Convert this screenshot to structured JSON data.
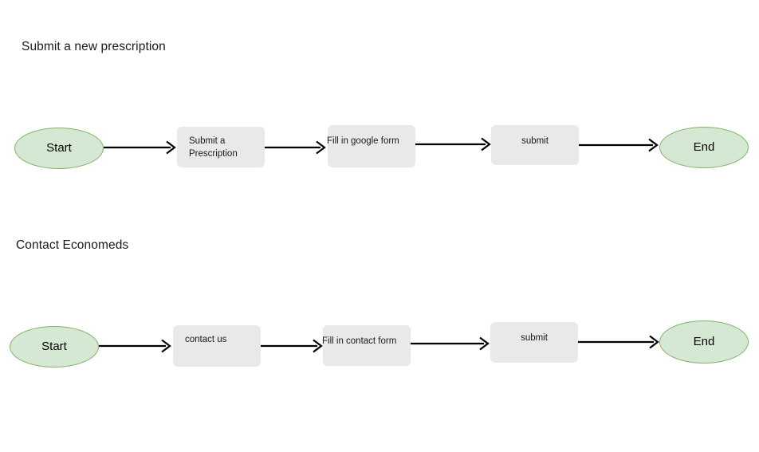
{
  "page": {
    "background": "#ffffff",
    "node_fill_terminal": "#d5e8d4",
    "node_stroke_terminal": "#82b366",
    "node_fill_process": "#e9e9e9",
    "connector_color": "#000000"
  },
  "diagrams": [
    {
      "title": "Submit a new prescription",
      "nodes": [
        {
          "id": "start",
          "label": "Start",
          "shape": "ellipse"
        },
        {
          "id": "submit-prescription",
          "label": "Submit a\nPrescription",
          "shape": "box"
        },
        {
          "id": "fill-google-form",
          "label": "Fill in google form",
          "shape": "box"
        },
        {
          "id": "submit",
          "label": "submit",
          "shape": "box"
        },
        {
          "id": "end",
          "label": "End",
          "shape": "ellipse"
        }
      ]
    },
    {
      "title": "Contact Economeds",
      "nodes": [
        {
          "id": "start",
          "label": "Start",
          "shape": "ellipse"
        },
        {
          "id": "contact-us",
          "label": "contact us",
          "shape": "box"
        },
        {
          "id": "fill-contact-form",
          "label": "Fill in contact form",
          "shape": "box"
        },
        {
          "id": "submit",
          "label": "submit",
          "shape": "box"
        },
        {
          "id": "end",
          "label": "End",
          "shape": "ellipse"
        }
      ]
    }
  ]
}
